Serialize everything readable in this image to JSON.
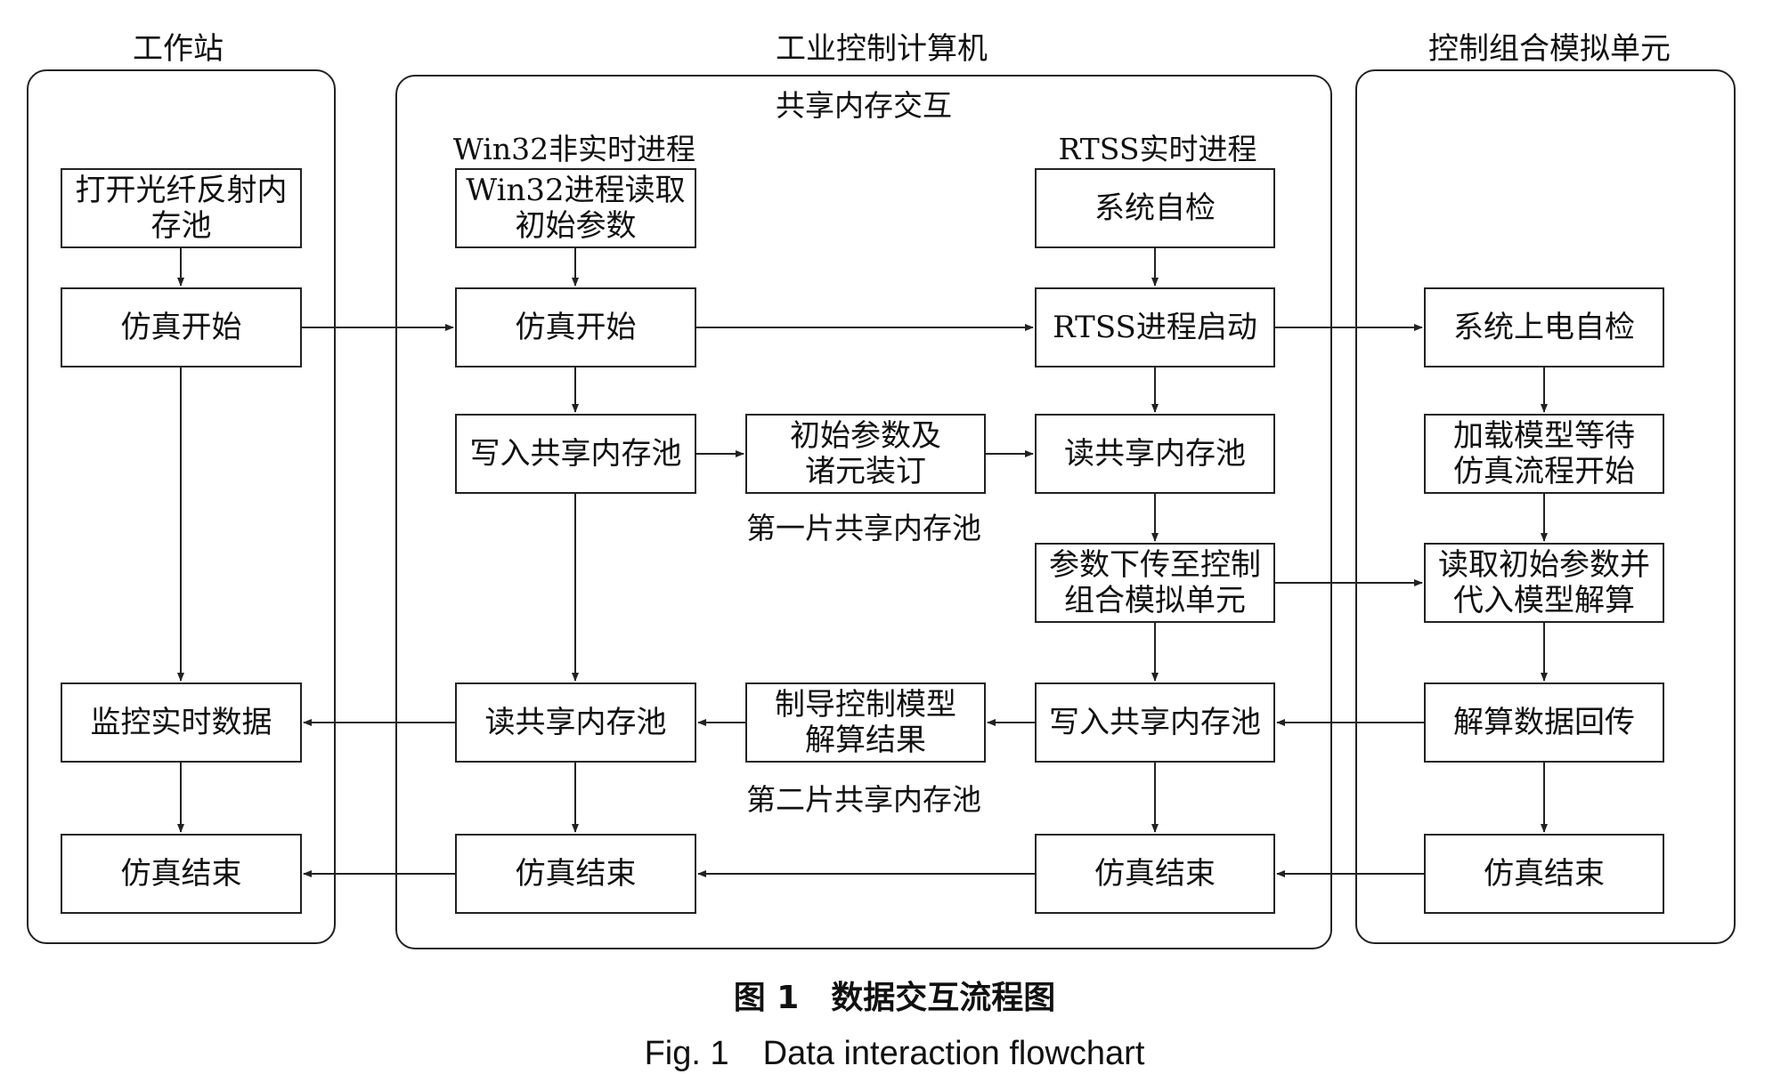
{
  "columns": {
    "workstation": "工作站",
    "ipc": "工业控制计算机",
    "control_unit": "控制组合模拟单元"
  },
  "ipc_inner": {
    "shared_memory": "共享内存交互",
    "win32_process": "Win32非实时进程",
    "rtss_process": "RTSS实时进程",
    "pool1": "第一片共享内存池",
    "pool2": "第二片共享内存池"
  },
  "boxes": {
    "ws_open": "打开光纤反射内\n存池",
    "ws_start": "仿真开始",
    "ws_monitor": "监控实时数据",
    "ws_end": "仿真结束",
    "win_read_params": "Win32进程读取\n初始参数",
    "win_start": "仿真开始",
    "win_write": "写入共享内存池",
    "win_read": "读共享内存池",
    "win_end": "仿真结束",
    "mid_params": "初始参数及\n诸元装订",
    "mid_results": "制导控制模型\n解算结果",
    "rtss_check": "系统自检",
    "rtss_launch": "RTSS进程启动",
    "rtss_read": "读共享内存池",
    "rtss_download": "参数下传至控制\n组合模拟单元",
    "rtss_write": "写入共享内存池",
    "rtss_end": "仿真结束",
    "cu_power": "系统上电自检",
    "cu_load": "加载模型等待\n仿真流程开始",
    "cu_read": "读取初始参数并\n代入模型解算",
    "cu_return": "解算数据回传",
    "cu_end": "仿真结束"
  },
  "caption": {
    "cn": "图 1　数据交互流程图",
    "en": "Fig. 1　Data interaction flowchart"
  }
}
